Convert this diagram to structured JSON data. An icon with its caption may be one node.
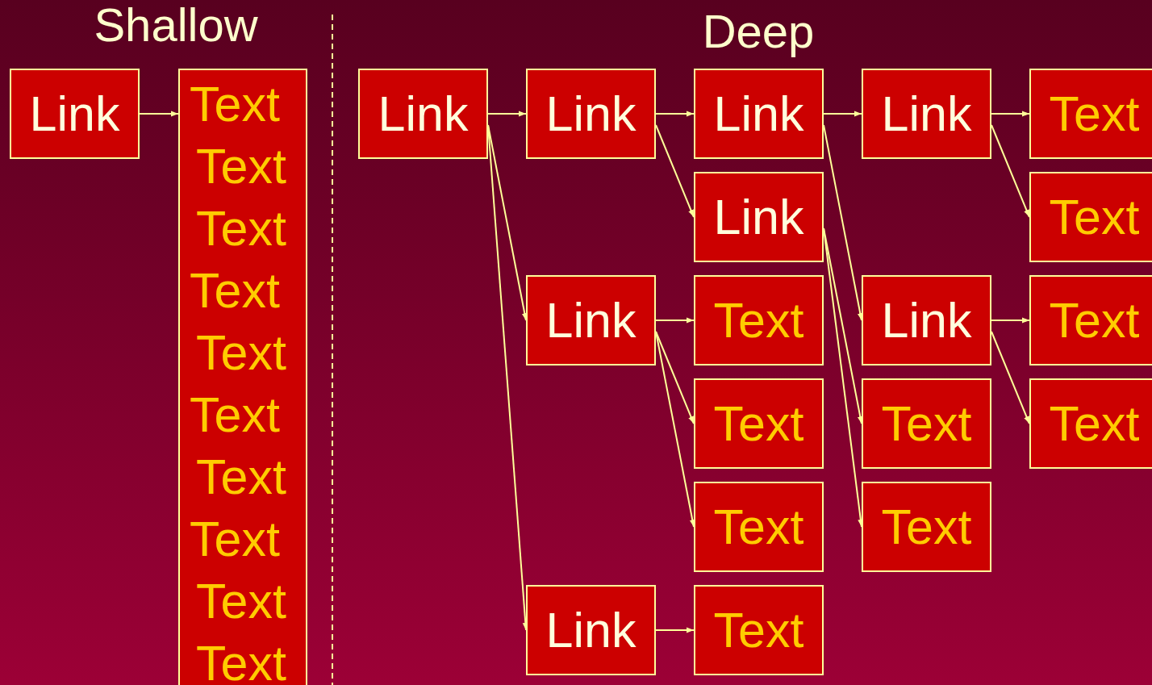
{
  "diagram": {
    "nodes": [
      {
        "text": [
          "Link"
        ]
      },
      {
        "text": [
          "Text",
          "Text",
          "Text",
          "Text",
          "Text",
          "Text",
          "Text",
          "Text",
          "Text",
          "Text"
        ]
      },
      {
        "text": [
          "Link"
        ]
      },
      {
        "text": [
          "Link"
        ]
      },
      {
        "text": [
          "Link"
        ]
      },
      {
        "text": [
          "Link"
        ]
      },
      {
        "text": [
          "Link"
        ]
      },
      {
        "text": [
          "Link"
        ]
      },
      {
        "text": [
          "Text"
        ]
      },
      {
        "text": [
          "Text"
        ]
      },
      {
        "text": [
          "Text"
        ]
      },
      {
        "text": [
          "Text"
        ]
      },
      {
        "text": [
          "Link"
        ]
      },
      {
        "text": [
          "Link"
        ]
      },
      {
        "text": [
          "Text"
        ]
      },
      {
        "text": [
          "Text"
        ]
      },
      {
        "text": [
          "Text"
        ]
      },
      {
        "text": [
          "Text"
        ]
      },
      {
        "text": [
          "Text"
        ]
      },
      {
        "text": [
          "Text"
        ]
      }
    ],
    "edges": [
      {
        "from": 0,
        "to": 1,
        "arrow": "to"
      },
      {
        "from": 2,
        "to": 3,
        "arrow": "to"
      },
      {
        "from": 2,
        "to": 4,
        "arrow": "to"
      },
      {
        "from": 2,
        "to": 5,
        "arrow": "to"
      },
      {
        "from": 3,
        "to": 6,
        "arrow": "to"
      },
      {
        "from": 3,
        "to": 7,
        "arrow": "to"
      },
      {
        "from": 4,
        "to": 8,
        "arrow": "to"
      },
      {
        "from": 4,
        "to": 9,
        "arrow": "to"
      },
      {
        "from": 4,
        "to": 10,
        "arrow": "to"
      },
      {
        "from": 5,
        "to": 11,
        "arrow": "to"
      },
      {
        "from": 6,
        "to": 12,
        "arrow": "to"
      },
      {
        "from": 6,
        "to": 13,
        "arrow": "to"
      },
      {
        "from": 7,
        "to": 14,
        "arrow": "to"
      },
      {
        "from": 7,
        "to": 15,
        "arrow": "to"
      },
      {
        "from": 12,
        "to": 16,
        "arrow": "to"
      },
      {
        "from": 12,
        "to": 17,
        "arrow": "to"
      },
      {
        "from": 13,
        "to": 18,
        "arrow": "to"
      },
      {
        "from": 13,
        "to": 19,
        "arrow": "to"
      }
    ],
    "labels": [
      "Shallow",
      "Deep"
    ]
  }
}
